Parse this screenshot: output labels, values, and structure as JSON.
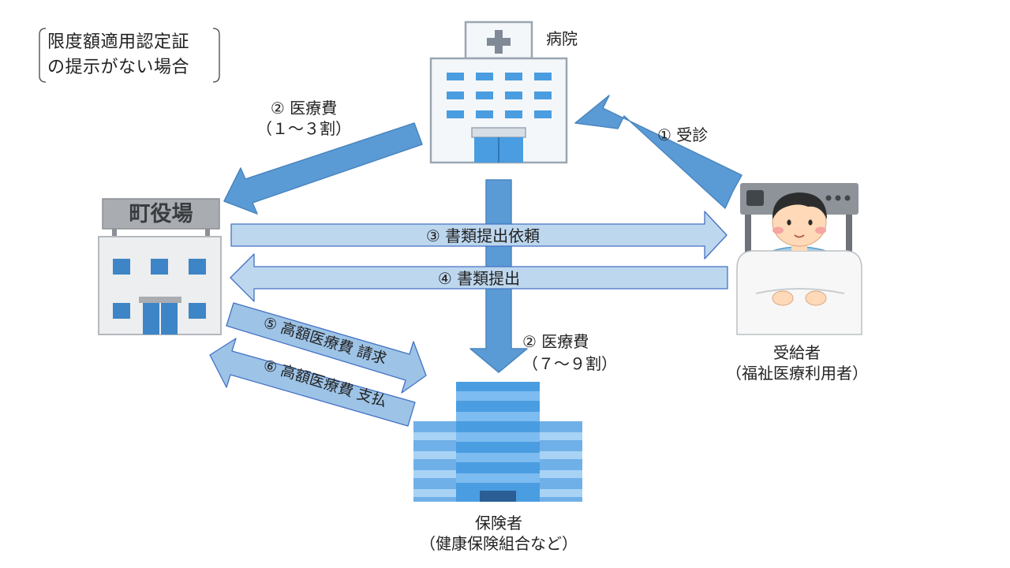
{
  "note": {
    "line1": "限度額適用認定証",
    "line2": "の提示がない場合"
  },
  "nodes": {
    "hospital": {
      "label": "病院"
    },
    "town_hall": {
      "sign": "町役場"
    },
    "recipient": {
      "label": "受給者",
      "sublabel": "（福祉医療利用者）"
    },
    "insurer": {
      "label": "保険者",
      "sublabel": "（健康保険組合など）"
    }
  },
  "flows": [
    {
      "id": "1",
      "label": "① 受診"
    },
    {
      "id": "2a",
      "label": "② 医療費",
      "sublabel": "（１～３割）"
    },
    {
      "id": "2b",
      "label": "② 医療費",
      "sublabel": "（７～９割）"
    },
    {
      "id": "3",
      "label": "③ 書類提出依頼"
    },
    {
      "id": "4",
      "label": "④ 書類提出"
    },
    {
      "id": "5",
      "label": "⑤ 高額医療費 請求"
    },
    {
      "id": "6",
      "label": "⑥ 高額医療費 支払"
    }
  ],
  "colors": {
    "arrow_dark": "#5b9bd5",
    "arrow_dark_stroke": "#4a86c0",
    "arrow_light": "#bdd7ee",
    "arrow_light_stroke": "#4472c4",
    "building_blue": "#3d85c6"
  }
}
